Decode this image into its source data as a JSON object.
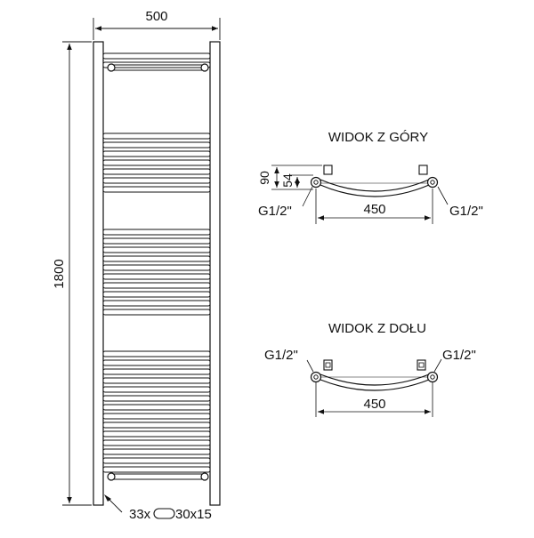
{
  "front_view": {
    "width_label": "500",
    "height_label": "1800",
    "bars_label": "33x",
    "bar_section_label": "30x15"
  },
  "top_view": {
    "title": "WIDOK Z GÓRY",
    "depth_total_label": "90",
    "depth_inner_label": "54",
    "spacing_label": "450",
    "left_connection_label": "G1/2\"",
    "right_connection_label": "G1/2\""
  },
  "bottom_view": {
    "title": "WIDOK Z DOŁU",
    "spacing_label": "450",
    "left_connection_label": "G1/2\"",
    "right_connection_label": "G1/2\""
  }
}
